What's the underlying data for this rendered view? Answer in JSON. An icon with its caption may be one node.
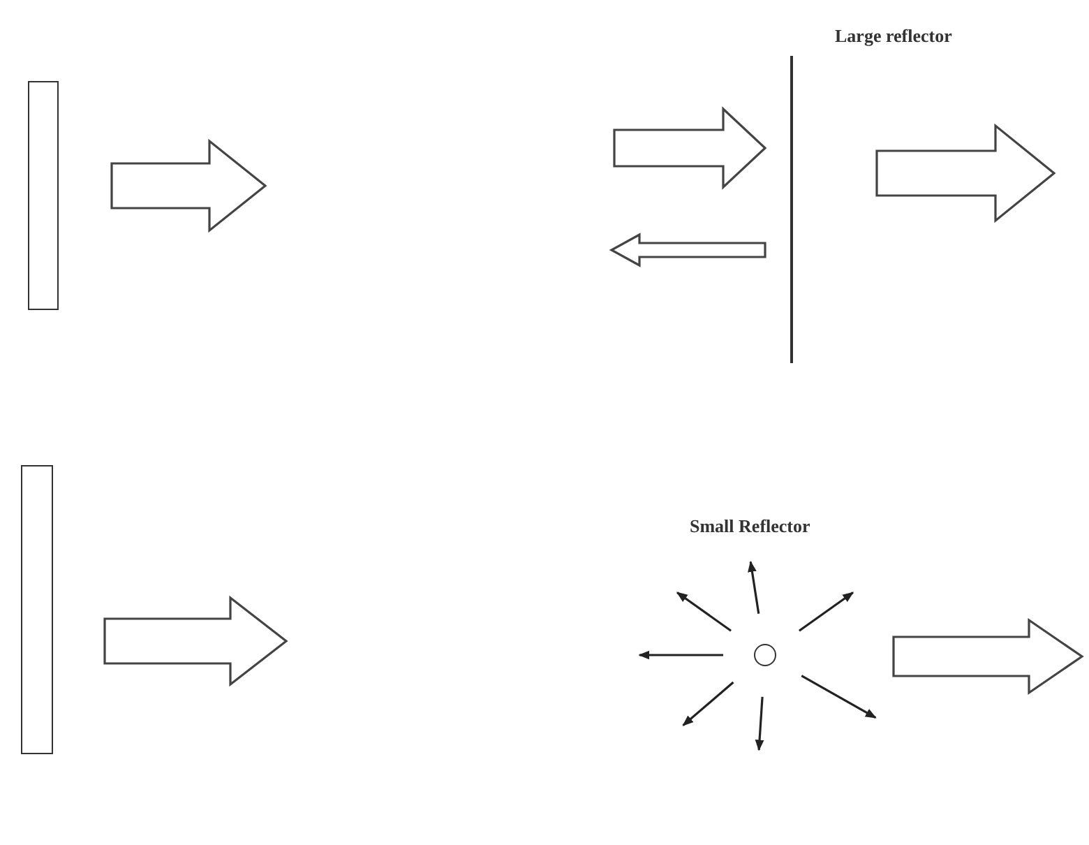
{
  "diagram": {
    "nodes": [
      {
        "text": [],
        "shape": "bar"
      },
      {
        "text": [],
        "shape": "bar"
      },
      {
        "text": [],
        "shape": "bar"
      },
      {
        "text": [],
        "shape": "circle"
      }
    ],
    "labels": [
      "Large reflector",
      "Small Reflector"
    ]
  }
}
